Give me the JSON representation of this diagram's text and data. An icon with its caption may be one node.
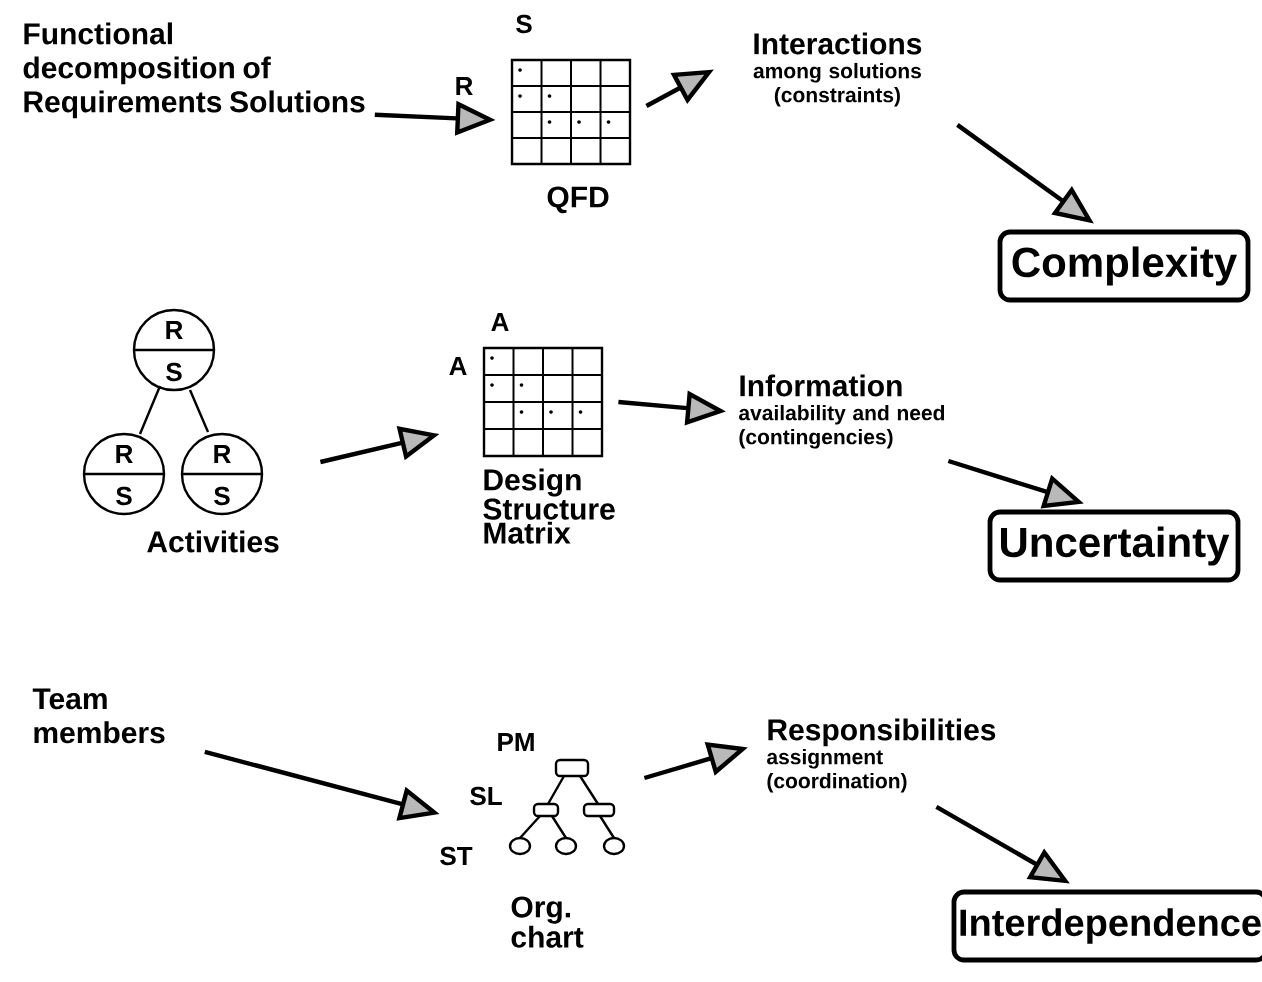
{
  "diagram": {
    "nodes": [
      {
        "text": [
          "Functional decomposition of Requirements Solutions"
        ]
      },
      {
        "text": [],
        "shape": "picture",
        "beside": [
          "S",
          "R",
          "QFD"
        ]
      },
      {
        "text": [
          "Interactions",
          "among solutions (constraints)"
        ]
      },
      {
        "text": [
          "Complexity"
        ]
      },
      {
        "text": [],
        "shape": "picture",
        "beside": [
          "Activities"
        ]
      },
      {
        "text": [],
        "shape": "picture",
        "beside": [
          "A",
          "A",
          "Design Structure Matrix"
        ]
      },
      {
        "text": [
          "Information",
          "availability and need (contingencies)"
        ]
      },
      {
        "text": [
          "Uncertainty"
        ]
      },
      {
        "text": [
          "Team members"
        ]
      },
      {
        "text": [],
        "shape": "picture",
        "beside": [
          "PM",
          "SL",
          "ST",
          "Org. chart"
        ]
      },
      {
        "text": [
          "Responsibilities",
          "assignment (coordination)"
        ]
      },
      {
        "text": [
          "Interdependence"
        ]
      }
    ],
    "edges": [
      {
        "from": 0,
        "to": 1,
        "arrow": "to"
      },
      {
        "from": 1,
        "to": 2,
        "arrow": "to"
      },
      {
        "from": 2,
        "to": 3,
        "arrow": "to"
      },
      {
        "from": 4,
        "to": 5,
        "arrow": "to"
      },
      {
        "from": 5,
        "to": 6,
        "arrow": "to"
      },
      {
        "from": 6,
        "to": 7,
        "arrow": "to"
      },
      {
        "from": 8,
        "to": 9,
        "arrow": "to"
      },
      {
        "from": 9,
        "to": 10,
        "arrow": "to"
      },
      {
        "from": 10,
        "to": 11,
        "arrow": "to"
      }
    ],
    "labels": [
      "R",
      "S",
      "R",
      "S",
      "R",
      "S"
    ]
  }
}
